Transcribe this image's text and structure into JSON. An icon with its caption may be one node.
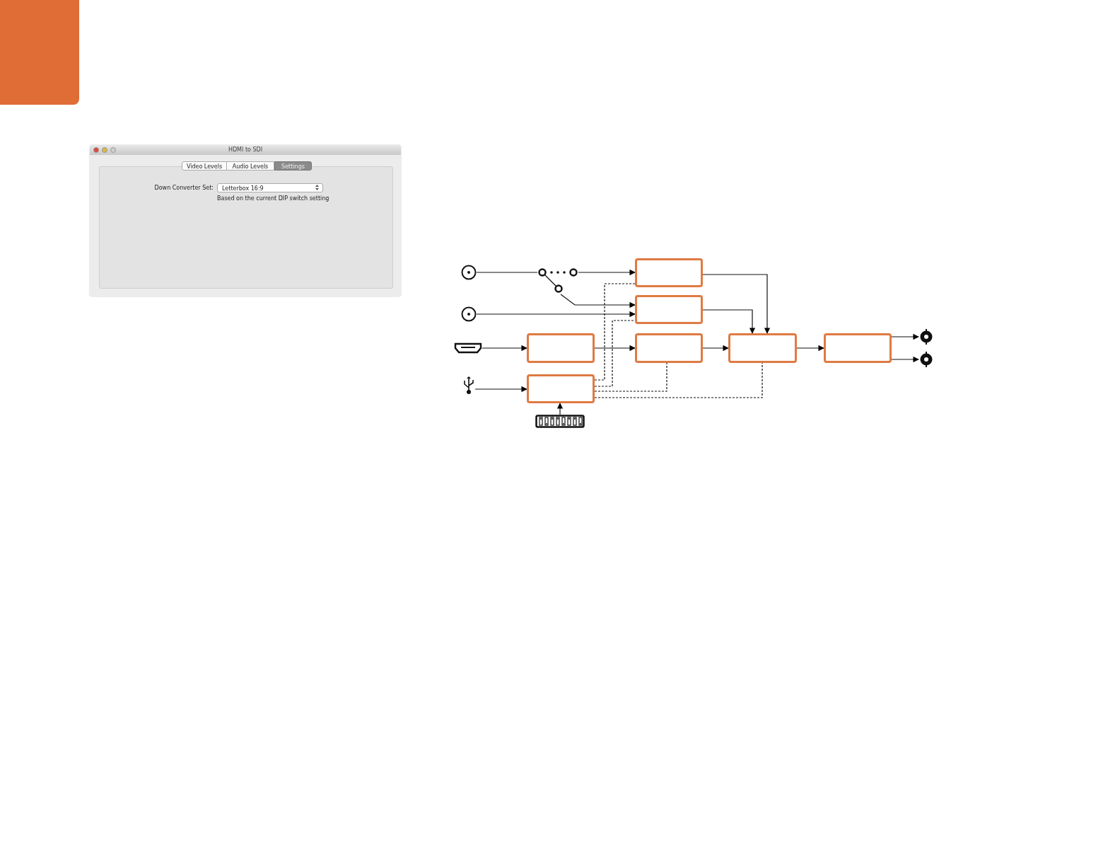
{
  "diagram": {
    "nodes": [
      {
        "text": [],
        "shape": "circle"
      },
      {
        "text": [],
        "shape": "circle"
      },
      {
        "text": [],
        "shape": "picture"
      },
      {
        "text": [],
        "shape": "picture"
      },
      {
        "text": [],
        "shape": "picture"
      },
      {
        "text": [],
        "shape": "box"
      },
      {
        "text": [],
        "shape": "box"
      },
      {
        "text": [],
        "shape": "box"
      },
      {
        "text": [],
        "shape": "box"
      },
      {
        "text": [],
        "shape": "box"
      },
      {
        "text": [],
        "shape": "box"
      },
      {
        "text": [],
        "shape": "box"
      },
      {
        "text": [],
        "shape": "circle"
      },
      {
        "text": [],
        "shape": "circle"
      },
      {
        "text": [],
        "shape": "picture"
      }
    ],
    "edges": [
      {
        "from": 0,
        "to": 4,
        "arrow": "none"
      },
      {
        "from": 4,
        "to": 5,
        "arrow": "to"
      },
      {
        "from": 4,
        "to": 6,
        "arrow": "to"
      },
      {
        "from": 1,
        "to": 6,
        "arrow": "to"
      },
      {
        "from": 2,
        "to": 7,
        "arrow": "to"
      },
      {
        "from": 3,
        "to": 8,
        "arrow": "to"
      },
      {
        "from": 7,
        "to": 9,
        "arrow": "to"
      },
      {
        "from": 9,
        "to": 10,
        "arrow": "to"
      },
      {
        "from": 5,
        "to": 10,
        "arrow": "to"
      },
      {
        "from": 6,
        "to": 10,
        "arrow": "to"
      },
      {
        "from": 10,
        "to": 11,
        "arrow": "to"
      },
      {
        "from": 11,
        "to": 12,
        "arrow": "to"
      },
      {
        "from": 11,
        "to": 13,
        "arrow": "to"
      },
      {
        "from": 14,
        "to": 8,
        "arrow": "to"
      },
      {
        "from": 8,
        "to": 5,
        "arrow": "none",
        "style": "dashed"
      },
      {
        "from": 8,
        "to": 6,
        "arrow": "none",
        "style": "dashed"
      },
      {
        "from": 8,
        "to": 9,
        "arrow": "none",
        "style": "dashed"
      },
      {
        "from": 8,
        "to": 10,
        "arrow": "none",
        "style": "dashed"
      }
    ],
    "labels": [
      "HDMI to SDI",
      "Video Levels",
      "Audio Levels",
      "Settings",
      "Down Converter Set:",
      "Letterbox 16:9",
      "Based on the current DIP switch setting"
    ]
  }
}
